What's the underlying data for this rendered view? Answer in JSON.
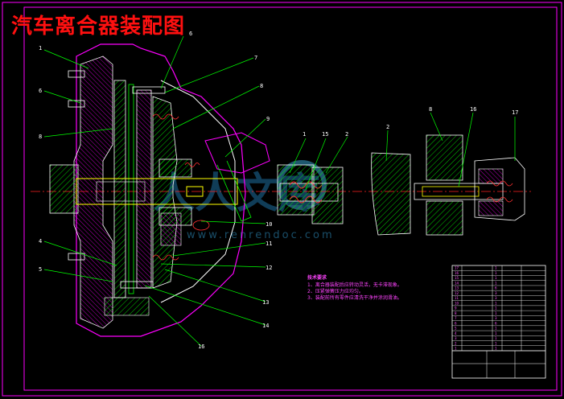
{
  "title": "汽车离合器装配图",
  "watermark": {
    "mark": "人人文库",
    "url": "www.renrendoc.com"
  },
  "colors": {
    "frame": "#ff00ff",
    "title": "#ff1010",
    "outline": "#ffffff",
    "hatch": "#00ff00",
    "shaft": "#ffff00",
    "center": "#ff2020",
    "leader": "#00ff00"
  },
  "callouts": [
    "1",
    "6",
    "6",
    "8",
    "7",
    "8",
    "9",
    "10",
    "11",
    "12",
    "13",
    "14",
    "16",
    "4",
    "5",
    "1",
    "15",
    "2",
    "2",
    "8",
    "16",
    "17"
  ],
  "notes": {
    "heading": "技术要求",
    "lines": [
      "1、离合器装配后应转动灵活，无卡滞现象。",
      "2、压紧弹簧压力应均匀。",
      "3、装配前所有零件应清洗干净并涂润滑油。"
    ]
  },
  "parts_table": {
    "rows": [
      [
        "17",
        "",
        "1",
        ""
      ],
      [
        "16",
        "",
        "1",
        ""
      ],
      [
        "15",
        "",
        "1",
        ""
      ],
      [
        "14",
        "",
        "1",
        ""
      ],
      [
        "13",
        "",
        "6",
        ""
      ],
      [
        "12",
        "",
        "3",
        ""
      ],
      [
        "11",
        "",
        "3",
        ""
      ],
      [
        "10",
        "",
        "1",
        ""
      ],
      [
        "9",
        "",
        "1",
        ""
      ],
      [
        "8",
        "",
        "1",
        ""
      ],
      [
        "7",
        "",
        "3",
        ""
      ],
      [
        "6",
        "",
        "6",
        ""
      ],
      [
        "5",
        "",
        "1",
        ""
      ],
      [
        "4",
        "",
        "1",
        ""
      ],
      [
        "3",
        "",
        "1",
        ""
      ],
      [
        "2",
        "",
        "1",
        ""
      ],
      [
        "1",
        "",
        "1",
        ""
      ]
    ]
  }
}
